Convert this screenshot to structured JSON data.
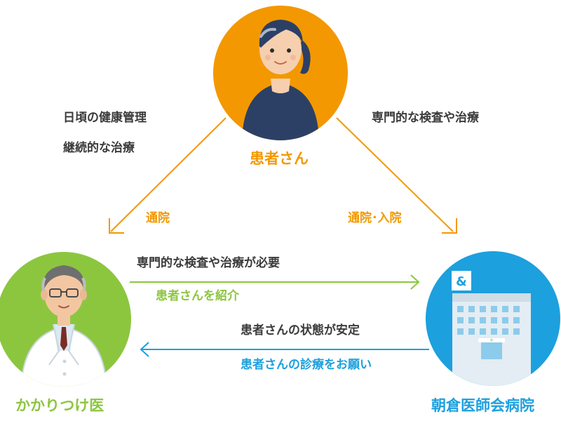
{
  "nodes": {
    "patient": {
      "label": "患者さん"
    },
    "family_doctor": {
      "label": "かかりつけ医"
    },
    "hospital": {
      "label": "朝倉医師会病院"
    }
  },
  "left_notes": [
    "日頃の健康管理",
    "継続的な治療"
  ],
  "right_note": "専門的な検査や治療",
  "visit_left": "通院",
  "visit_right": "通院･入院",
  "referral": {
    "top": "専門的な検査や治療が必要",
    "bottom": "患者さんを紹介"
  },
  "return": {
    "top": "患者さんの状態が安定",
    "bottom": "患者さんの診療をお願い"
  },
  "colors": {
    "patient": "#f39800",
    "family_doctor": "#8cc63f",
    "hospital": "#1da0de",
    "text": "#3b3b3b"
  },
  "icons": {
    "hospital_sign": "hospital-logo-icon"
  }
}
